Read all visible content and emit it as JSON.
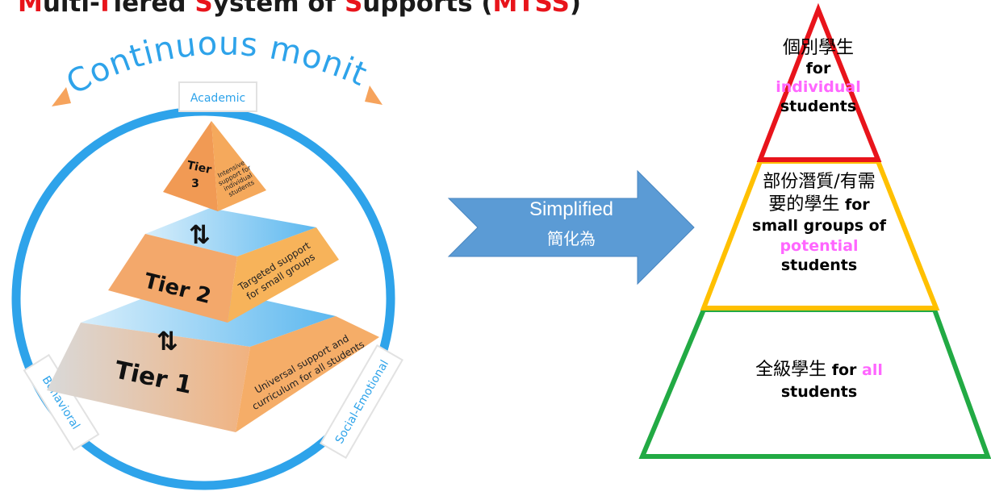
{
  "title": {
    "parts": [
      {
        "text": "M",
        "init": true
      },
      {
        "text": "ulti-",
        "init": false
      },
      {
        "text": "T",
        "init": true
      },
      {
        "text": "iered ",
        "init": false
      },
      {
        "text": "S",
        "init": true
      },
      {
        "text": "ystem of ",
        "init": false
      },
      {
        "text": "S",
        "init": true
      },
      {
        "text": "upports (",
        "init": false
      },
      {
        "text": "MTSS",
        "init": true
      },
      {
        "text": ")",
        "init": false
      }
    ]
  },
  "left_diagram": {
    "ring_label": "Continuous monitoring",
    "domains": {
      "academic": "Academic",
      "behavioral": "Behavioral",
      "social_emotional": "Social-Emotional"
    },
    "tiers": {
      "tier3": {
        "name_line1": "Tier",
        "name_line2": "3",
        "desc": [
          "Intensive",
          "support for",
          "individual",
          "students"
        ]
      },
      "tier2": {
        "name": "Tier 2",
        "desc": [
          "Targeted support",
          "for small groups"
        ]
      },
      "tier1": {
        "name": "Tier 1",
        "desc": [
          "Universal support and",
          "curriculum for all students"
        ]
      }
    },
    "colors": {
      "ring": "#2ea3ea",
      "orange": "#f6a35c",
      "blue": "#6cc0f0"
    }
  },
  "arrow": {
    "line1": "Simplified",
    "line2": "簡化為",
    "color": "#5b9bd5"
  },
  "right_pyramid": {
    "top": {
      "line1": "個別學生",
      "line2": "for",
      "pink": "individual",
      "line4": "students",
      "color": "#e8141b"
    },
    "middle": {
      "line1": "部份潛質/有需",
      "line2a": "要的學生",
      "line2b": " for",
      "line3": "small groups of",
      "pink": "potential",
      "line5": "students",
      "color": "#ffc000"
    },
    "bottom": {
      "prefix": "全級學生",
      "mid": " for ",
      "pink": "all",
      "line2": "students",
      "color": "#22aa44"
    }
  }
}
